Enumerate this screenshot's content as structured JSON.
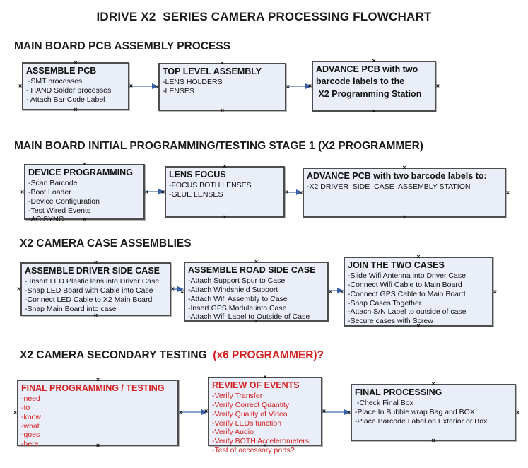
{
  "title": "IDRIVE X2  SERIES CAMERA PROCESSING FLOWCHART",
  "icons": {
    "connection_point": "×"
  },
  "colors": {
    "box_fill": "#e9eef8",
    "box_border": "#4d4d4d",
    "red": "#d42020",
    "arrow_line": "#8ca3c8",
    "arrow_head": "#3a5fa8"
  },
  "sections": [
    {
      "header": "MAIN BOARD PCB ASSEMBLY PROCESS",
      "boxes": [
        {
          "title": "ASSEMBLE PCB",
          "items": [
            " -SMT processes",
            "- HAND Solder processes",
            "- Attach Bar Code Label"
          ]
        },
        {
          "title": "TOP LEVEL ASSEMBLY",
          "items": [
            "-LENS HOLDERS",
            "-LENSES"
          ]
        },
        {
          "title": "ADVANCE PCB with two\nbarcode labels to the\n X2 Programming Station",
          "items": []
        }
      ]
    },
    {
      "header": "MAIN BOARD INITIAL PROGRAMMING/TESTING STAGE 1 (X2 PROGRAMMER)",
      "boxes": [
        {
          "title": "DEVICE PROGRAMMING",
          "items": [
            "-Scan Barcode",
            "-Boot Loader",
            "-Device Configuration",
            "-Test Wired Events",
            "-AC SYNC"
          ]
        },
        {
          "title": "LENS FOCUS",
          "items": [
            "-FOCUS BOTH LENSES",
            "-GLUE LENSES"
          ]
        },
        {
          "title": "ADVANCE PCB with two barcode labels to:",
          "items": [
            "-X2 DRIVER  SIDE  CASE  ASSEMBLY STATION"
          ]
        }
      ]
    },
    {
      "header": "X2 CAMERA CASE ASSEMBLIES",
      "boxes": [
        {
          "title": "ASSEMBLE DRIVER SIDE CASE",
          "items": [
            "- Insert LED Plastic lens into Driver Case",
            "-Snap LED Board with Cable into Case",
            "-Connect LED Cable to X2 Main Board",
            "-Snap Main Board into case"
          ]
        },
        {
          "title": "ASSEMBLE ROAD SIDE CASE",
          "items": [
            "-Attach Support Spur to Case",
            "-Attach Windshield Support",
            "-Attach Wifi Assembly to Case",
            "-Insert GPS Module into Case",
            "-Attach Wifi Label to Outside of Case"
          ]
        },
        {
          "title": "JOIN THE TWO CASES",
          "items": [
            "-Slide Wifi Antenna into Driver Case",
            "-Connect Wifi Cable to Main Board",
            "-Connect GPS Cable to Main Board",
            "-Snap Cases Together",
            "-Attach S/N Label to outside of case",
            "-Secure cases with Screw"
          ]
        }
      ]
    },
    {
      "header": "X2 CAMERA SECONDARY TESTING ",
      "header_red": " (x6 PROGRAMMER)?",
      "boxes": [
        {
          "title": "FINAL PROGRAMMING / TESTING",
          "items": [
            "-need",
            "-to",
            "-know",
            "-what",
            "-goes",
            "-here"
          ]
        },
        {
          "title": "REVIEW OF EVENTS",
          "items": [
            "-Verify Transfer",
            "-Verify Correct Quantity",
            "-Verify Quality of Video",
            "-Verify LEDs function",
            "-Verify Audio",
            "-Verify BOTH Accelerometers",
            "-Test of accessory ports?"
          ]
        },
        {
          "title": "FINAL PROCESSING",
          "items": [
            " -Check Final Box",
            "-Place In Bubble wrap Bag and BOX",
            "-Place Barcode Label on Exterior or Box"
          ]
        }
      ]
    }
  ]
}
